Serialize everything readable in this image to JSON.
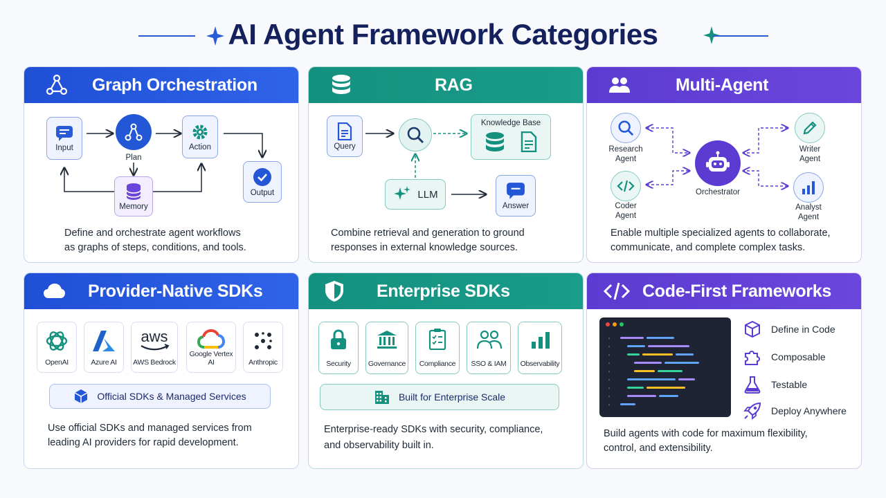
{
  "page_title": "AI Agent Framework Categories",
  "colors": {
    "blue": "#2a5bd7",
    "teal": "#14907f",
    "purple": "#5b3bd1",
    "navy": "#14215c"
  },
  "cards": {
    "graph": {
      "title": "Graph Orchestration",
      "icon": "graph-network-icon",
      "nodes": {
        "input": "Input",
        "plan": "Plan",
        "action": "Action",
        "memory": "Memory",
        "output": "Output"
      },
      "description_1": "Define and orchestrate agent workflows",
      "description_2": "as graphs of steps, conditions, and tools."
    },
    "rag": {
      "title": "RAG",
      "icon": "database-icon",
      "nodes": {
        "query": "Query",
        "knowledge_base": "Knowledge Base",
        "llm": "LLM",
        "answer": "Answer"
      },
      "description_1": "Combine retrieval and generation to ground",
      "description_2": "responses in external knowledge sources."
    },
    "multi": {
      "title": "Multi-Agent",
      "icon": "users-icon",
      "nodes": {
        "research_1": "Research",
        "research_2": "Agent",
        "writer_1": "Writer",
        "writer_2": "Agent",
        "coder_1": "Coder",
        "coder_2": "Agent",
        "analyst_1": "Analyst",
        "analyst_2": "Agent",
        "orchestrator": "Orchestrator"
      },
      "description_1": "Enable multiple specialized agents to collaborate,",
      "description_2": "communicate, and complete complex tasks."
    },
    "provider": {
      "title": "Provider-Native SDKs",
      "icon": "cloud-icon",
      "providers": [
        "OpenAI",
        "Azure AI",
        "AWS Bedrock",
        "Google Vertex AI",
        "Anthropic"
      ],
      "pill": "Official SDKs & Managed Services",
      "description_1": "Use official SDKs and managed services from",
      "description_2": "leading AI providers for rapid development."
    },
    "enterprise": {
      "title": "Enterprise SDKs",
      "icon": "shield-icon",
      "items": [
        "Security",
        "Governance",
        "Compliance",
        "SSO & IAM",
        "Observability"
      ],
      "pill": "Built for Enterprise Scale",
      "description_1": "Enterprise-ready SDKs with security, compliance,",
      "description_2": "and observability built in."
    },
    "code": {
      "title": "Code-First Frameworks",
      "icon": "code-icon",
      "features": [
        "Define in Code",
        "Composable",
        "Testable",
        "Deploy Anywhere"
      ],
      "description_1": "Build agents with code for maximum flexibility,",
      "description_2": "control, and extensibility."
    }
  }
}
